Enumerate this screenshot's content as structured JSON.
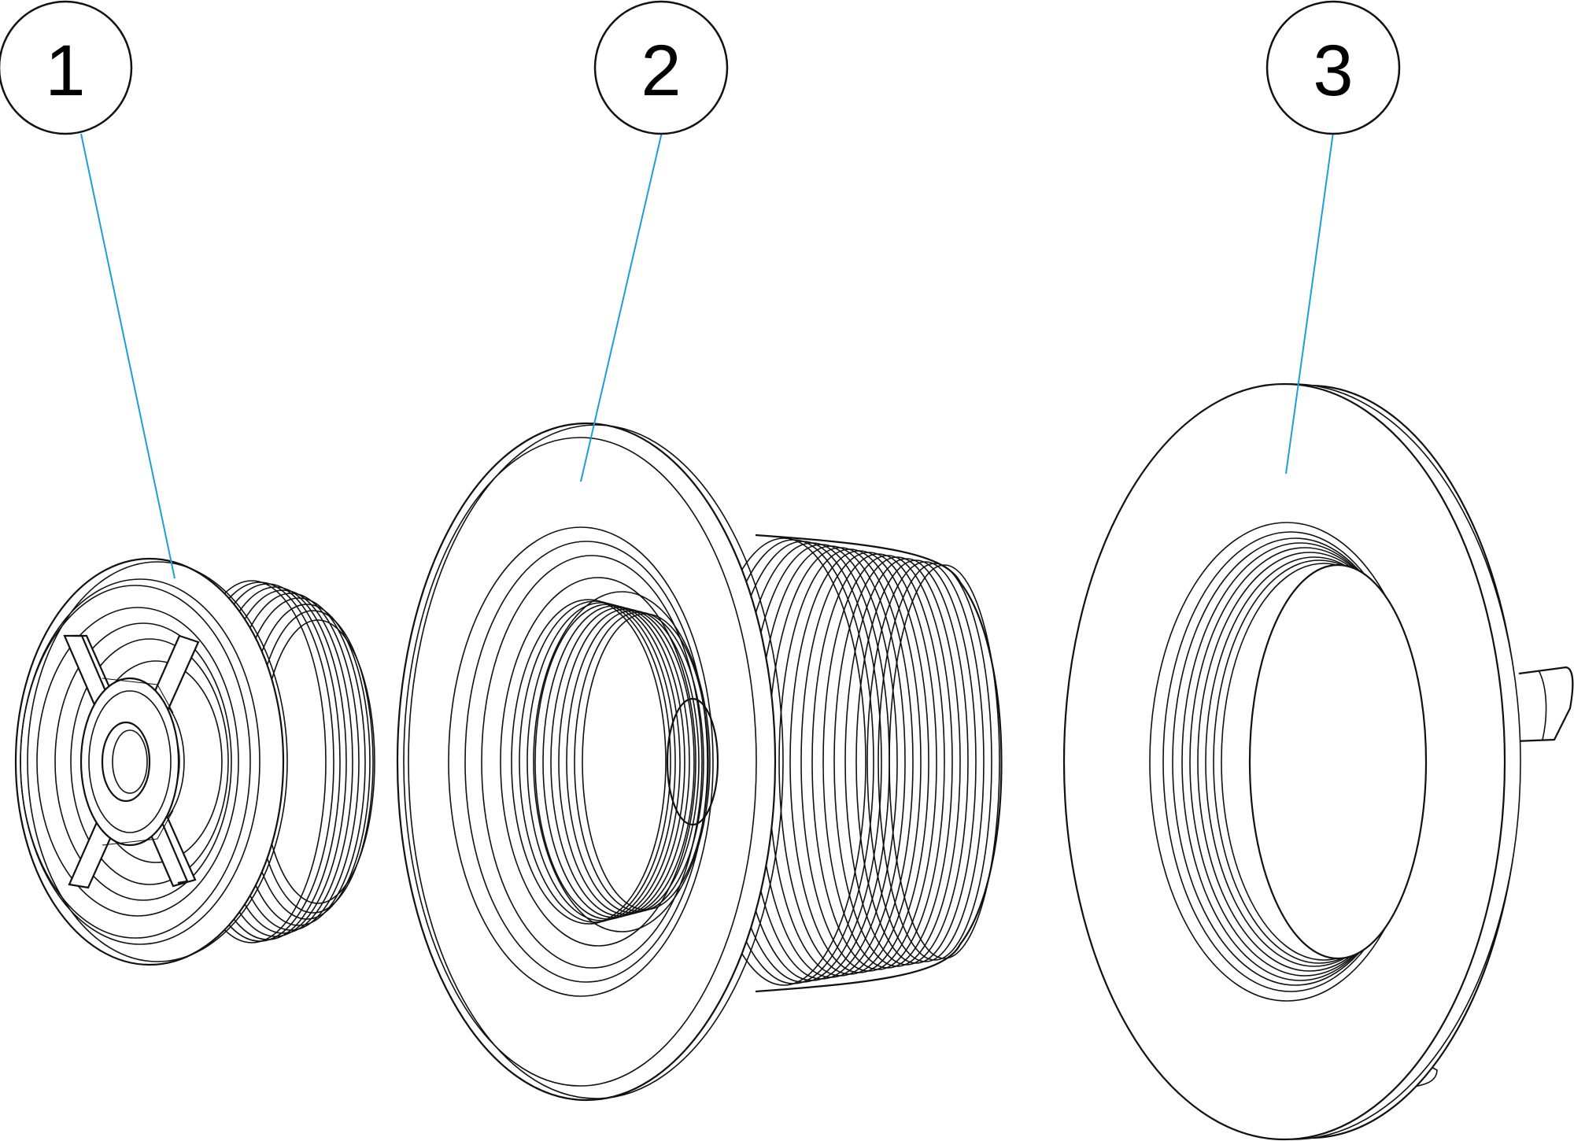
{
  "callouts": [
    {
      "label": "1"
    },
    {
      "label": "2"
    },
    {
      "label": "3"
    }
  ],
  "colors": {
    "leader": "#1aa0d4",
    "outline": "#111111",
    "background": "#ffffff"
  }
}
